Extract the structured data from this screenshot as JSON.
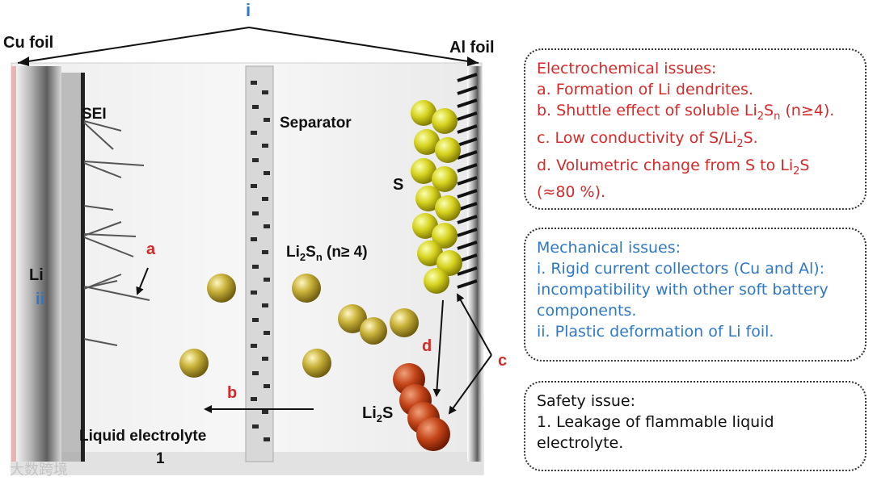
{
  "diagram": {
    "top_label": "i",
    "cu_foil": "Cu foil",
    "al_foil": "Al foil",
    "sei": "SEI",
    "separator": "Separator",
    "li": "Li",
    "li_mark": "ii",
    "s": "S",
    "li2sn_main": "Li",
    "li2sn_sub2": "2",
    "li2sn_mid": "S",
    "li2sn_subn": "n",
    "li2sn_tail": " (n≥ 4)",
    "li2s_main": "Li",
    "li2s_sub": "2",
    "li2s_tail": "S",
    "mark_a": "a",
    "mark_b": "b",
    "mark_c": "c",
    "mark_d": "d",
    "electrolyte": "Liquid electrolyte",
    "electrolyte_num": "1",
    "watermark": "大数跨境"
  },
  "panels": {
    "electrochemical": {
      "title": "Electrochemical issues:",
      "a": "a. Formation of Li dendrites.",
      "b_pre": "b. Shuttle effect of soluble Li",
      "b_sub2": "2",
      "b_mid": "S",
      "b_subn": "n",
      "b_post": " (n≥4).",
      "c_pre": "c. Low conductivity of S/Li",
      "c_sub": "2",
      "c_post": "S.",
      "d_pre": "d. Volumetric change from S to Li",
      "d_sub": "2",
      "d_post": "S",
      "d_cont": "(≈80 %)."
    },
    "mechanical": {
      "title": "Mechanical issues:",
      "i1": "i. Rigid current collectors (Cu and Al):",
      "i2": "incompatibility with other soft battery",
      "i3": "components.",
      "ii": "ii. Plastic deformation of Li foil."
    },
    "safety": {
      "title": "Safety issue:",
      "l1": "1. Leakage of flammable liquid",
      "l2": "electrolyte."
    }
  },
  "colors": {
    "red": "#d42a2a",
    "blue": "#2f78c5",
    "gold": "#c9b23a",
    "li2s": "#c44418"
  }
}
